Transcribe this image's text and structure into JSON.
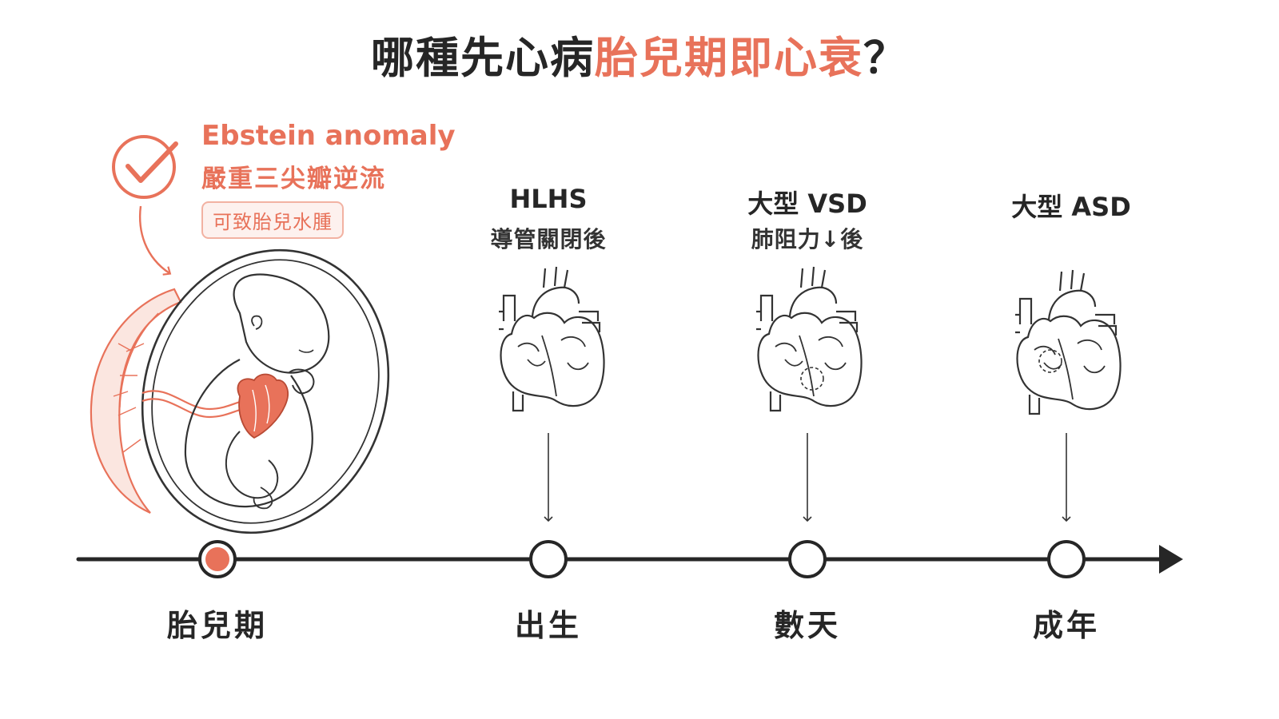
{
  "title": {
    "prefix": "哪種先心病",
    "highlight": "胎兒期即心衰",
    "suffix": "？"
  },
  "fetal_note": {
    "name": "Ebstein anomaly",
    "description": "嚴重三尖瓣逆流",
    "badge": "可致胎兒水腫"
  },
  "events": [
    {
      "name": "HLHS",
      "condition": "導管關閉後"
    },
    {
      "name": "大型 VSD",
      "condition": "肺阻力↓後"
    },
    {
      "name": "大型 ASD",
      "condition": ""
    }
  ],
  "timeline": {
    "stages": [
      {
        "label": "胎兒期",
        "active": true
      },
      {
        "label": "出生",
        "active": false
      },
      {
        "label": "數天",
        "active": false
      },
      {
        "label": "成年",
        "active": false
      }
    ]
  },
  "colors": {
    "accent": "#e8725a",
    "ink": "#262626",
    "badge_bg": "#fdf1ee",
    "badge_border": "#f2b2a2"
  },
  "icons": [
    "check-circle-icon",
    "curved-arrow-icon",
    "fetus-in-womb-illustration",
    "heart-icon",
    "down-arrow-icon",
    "timeline-arrow-icon"
  ]
}
